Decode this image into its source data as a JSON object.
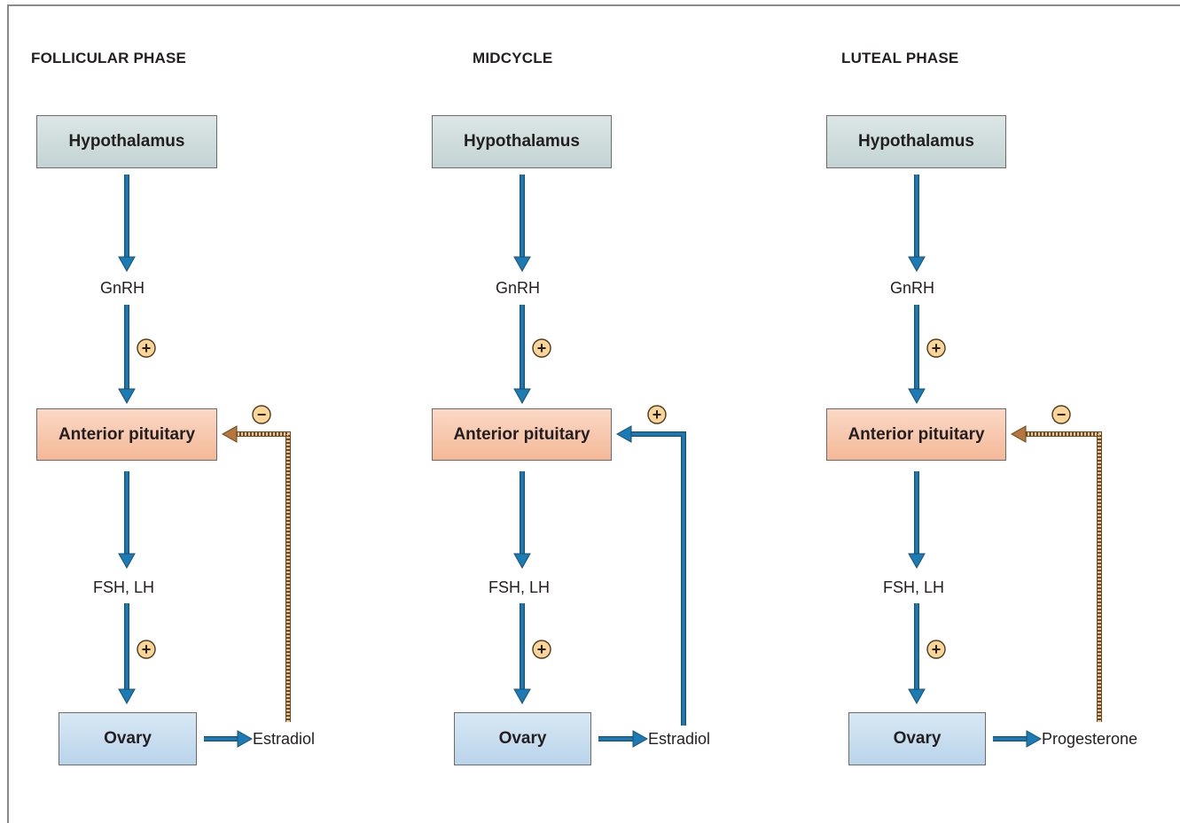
{
  "phases": [
    {
      "title": "FOLLICULAR PHASE",
      "hypothalamus": "Hypothalamus",
      "gnrh": "GnRH",
      "pituitary": "Anterior pituitary",
      "gonadotropins": "FSH, LH",
      "ovary": "Ovary",
      "hormone": "Estradiol",
      "feedback": "negative"
    },
    {
      "title": "MIDCYCLE",
      "hypothalamus": "Hypothalamus",
      "gnrh": "GnRH",
      "pituitary": "Anterior pituitary",
      "gonadotropins": "FSH, LH",
      "ovary": "Ovary",
      "hormone": "Estradiol",
      "feedback": "positive"
    },
    {
      "title": "LUTEAL PHASE",
      "hypothalamus": "Hypothalamus",
      "gnrh": "GnRH",
      "pituitary": "Anterior pituitary",
      "gonadotropins": "FSH, LH",
      "ovary": "Ovary",
      "hormone": "Progesterone",
      "feedback": "negative"
    }
  ],
  "symbols": {
    "positive": "+",
    "negative": "−"
  },
  "colors": {
    "arrow": "#1a7bb5",
    "arrow_outline": "#1d4f70",
    "feedback_dotted": "#b5773b",
    "badge_fill": "#fbd597",
    "badge_stroke": "#4a3a20"
  }
}
